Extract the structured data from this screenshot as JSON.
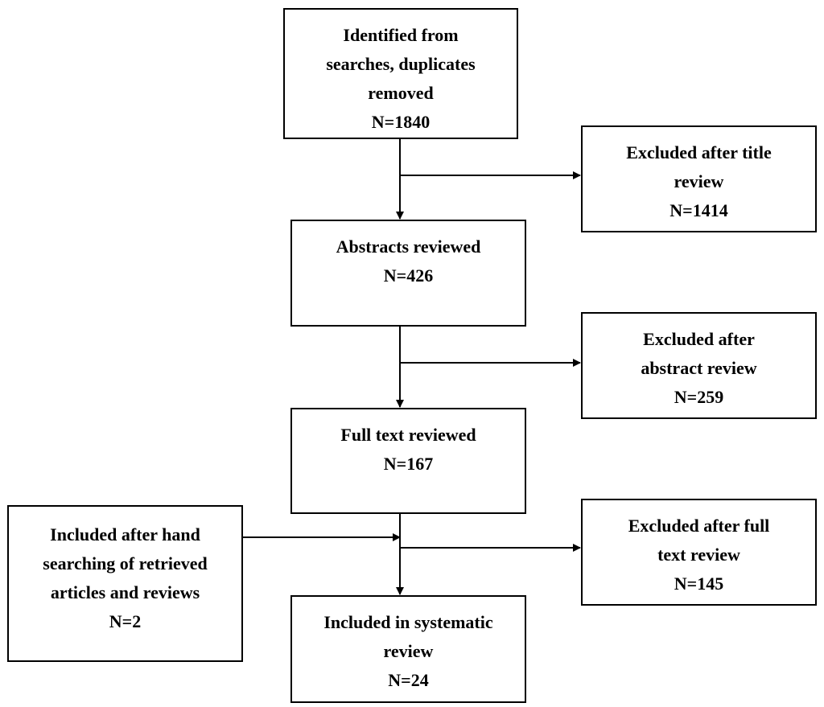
{
  "flowchart": {
    "identified": {
      "lines": [
        "Identified from",
        "searches, duplicates",
        "removed"
      ],
      "count": "N=1840"
    },
    "excluded_title": {
      "lines": [
        "Excluded after title",
        "review"
      ],
      "count": "N=1414"
    },
    "abstracts": {
      "lines": [
        "Abstracts reviewed"
      ],
      "count": "N=426"
    },
    "excluded_abstract": {
      "lines": [
        "Excluded after",
        "abstract review"
      ],
      "count": "N=259"
    },
    "full_text": {
      "lines": [
        "Full text reviewed"
      ],
      "count": "N=167"
    },
    "hand_search": {
      "lines": [
        "Included after hand",
        "searching of retrieved",
        "articles and reviews"
      ],
      "count": "N=2"
    },
    "excluded_full_text": {
      "lines": [
        "Excluded after full",
        "text review"
      ],
      "count": "N=145"
    },
    "included": {
      "lines": [
        "Included in systematic",
        "review"
      ],
      "count": "N=24"
    }
  },
  "colors": {
    "line": "#000000",
    "background": "#ffffff"
  }
}
